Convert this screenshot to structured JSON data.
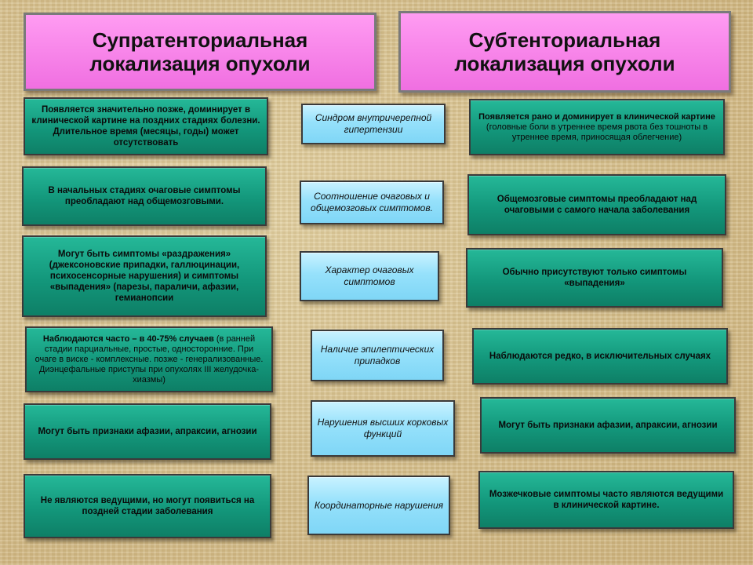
{
  "headers": {
    "left": "Супратенториальная локализация опухоли",
    "right": "Субтенториальная локализация опухоли"
  },
  "criteria": [
    "Синдром внутричерепной гипертензии",
    "Соотношение очаговых и общемозговых симптомов.",
    "Характер очаговых симптомов",
    "Наличие эпилептических припадков",
    "Нарушения высших корковых функций",
    "Координаторные нарушения"
  ],
  "left": {
    "r1": "Появляется значительно позже, доминирует в клинической картине на поздних стадиях болезни. Длительное время (месяцы, годы) может отсутствовать",
    "r2": "В начальных стадиях очаговые симптомы преобладают над общемозговыми.",
    "r3": "Могут быть симптомы «раздражения» (джексоновские припадки, галлюцинации, психосенсорные нарушения) и симптомы «выпадения» (парезы, параличи, афазии, гемианопсии",
    "r4_bold": "Наблюдаются часто – в 40-75% случаев",
    "r4_rest": " (в ранней стадии парциальные, простые, односторонние. При очаге в виске - комплексные. позже - генерализованные. Диэнцефальные приступы при опухолях III желудочка-хиазмы)",
    "r5": "Могут быть признаки афазии, апраксии, агнозии",
    "r6": "Не являются ведущими, но могут появиться на поздней стадии заболевания"
  },
  "right": {
    "r1_bold": "Появляется рано и доминирует в клинической картине",
    "r1_rest": " (головные боли в утреннее время рвота без тошноты в утреннее время, приносящая облегчение)",
    "r2": "Общемозговые симптомы преобладают над очаговыми с самого начала заболевания",
    "r3": "Обычно присутствуют только симптомы «выпадения»",
    "r4": "Наблюдаются редко, в исключительных случаях",
    "r5": "Могут быть признаки афазии, апраксии, агнозии",
    "r6": "Мозжечковые симптомы часто являются ведущими в клинической картине."
  }
}
